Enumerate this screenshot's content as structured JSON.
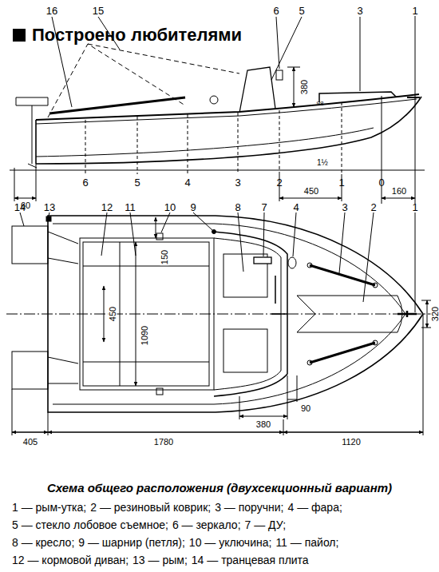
{
  "diagram": {
    "title": "Построено любителями",
    "caption": "Схема общего расположения (двухсекционный вариант)",
    "labels": [
      "16",
      "15",
      "6",
      "5",
      "3",
      "1",
      "380",
      "98",
      "6",
      "5",
      "4",
      "3",
      "2",
      "1½",
      "1",
      "0",
      "60",
      "450",
      "160",
      "14",
      "13",
      "12",
      "11",
      "10",
      "9",
      "8",
      "7",
      "4",
      "3",
      "2",
      "1",
      "150",
      "450",
      "1090",
      "320",
      "90",
      "380",
      "405",
      "1780",
      "1120",
      "1 — рым-утка;",
      "2 — резиновый коврик;",
      "3 — поручни;",
      "4 — фара;",
      "5 — стекло лобовое съемное;",
      "6 — зеркало;",
      "7 — ДУ;",
      "8 — кресло;",
      "9 — шарнир (петля);",
      "10 — уключина;",
      "11 — пайол;",
      "12 — кормовой диван;",
      "13 — рым;",
      "14 — транцевая плита"
    ]
  }
}
